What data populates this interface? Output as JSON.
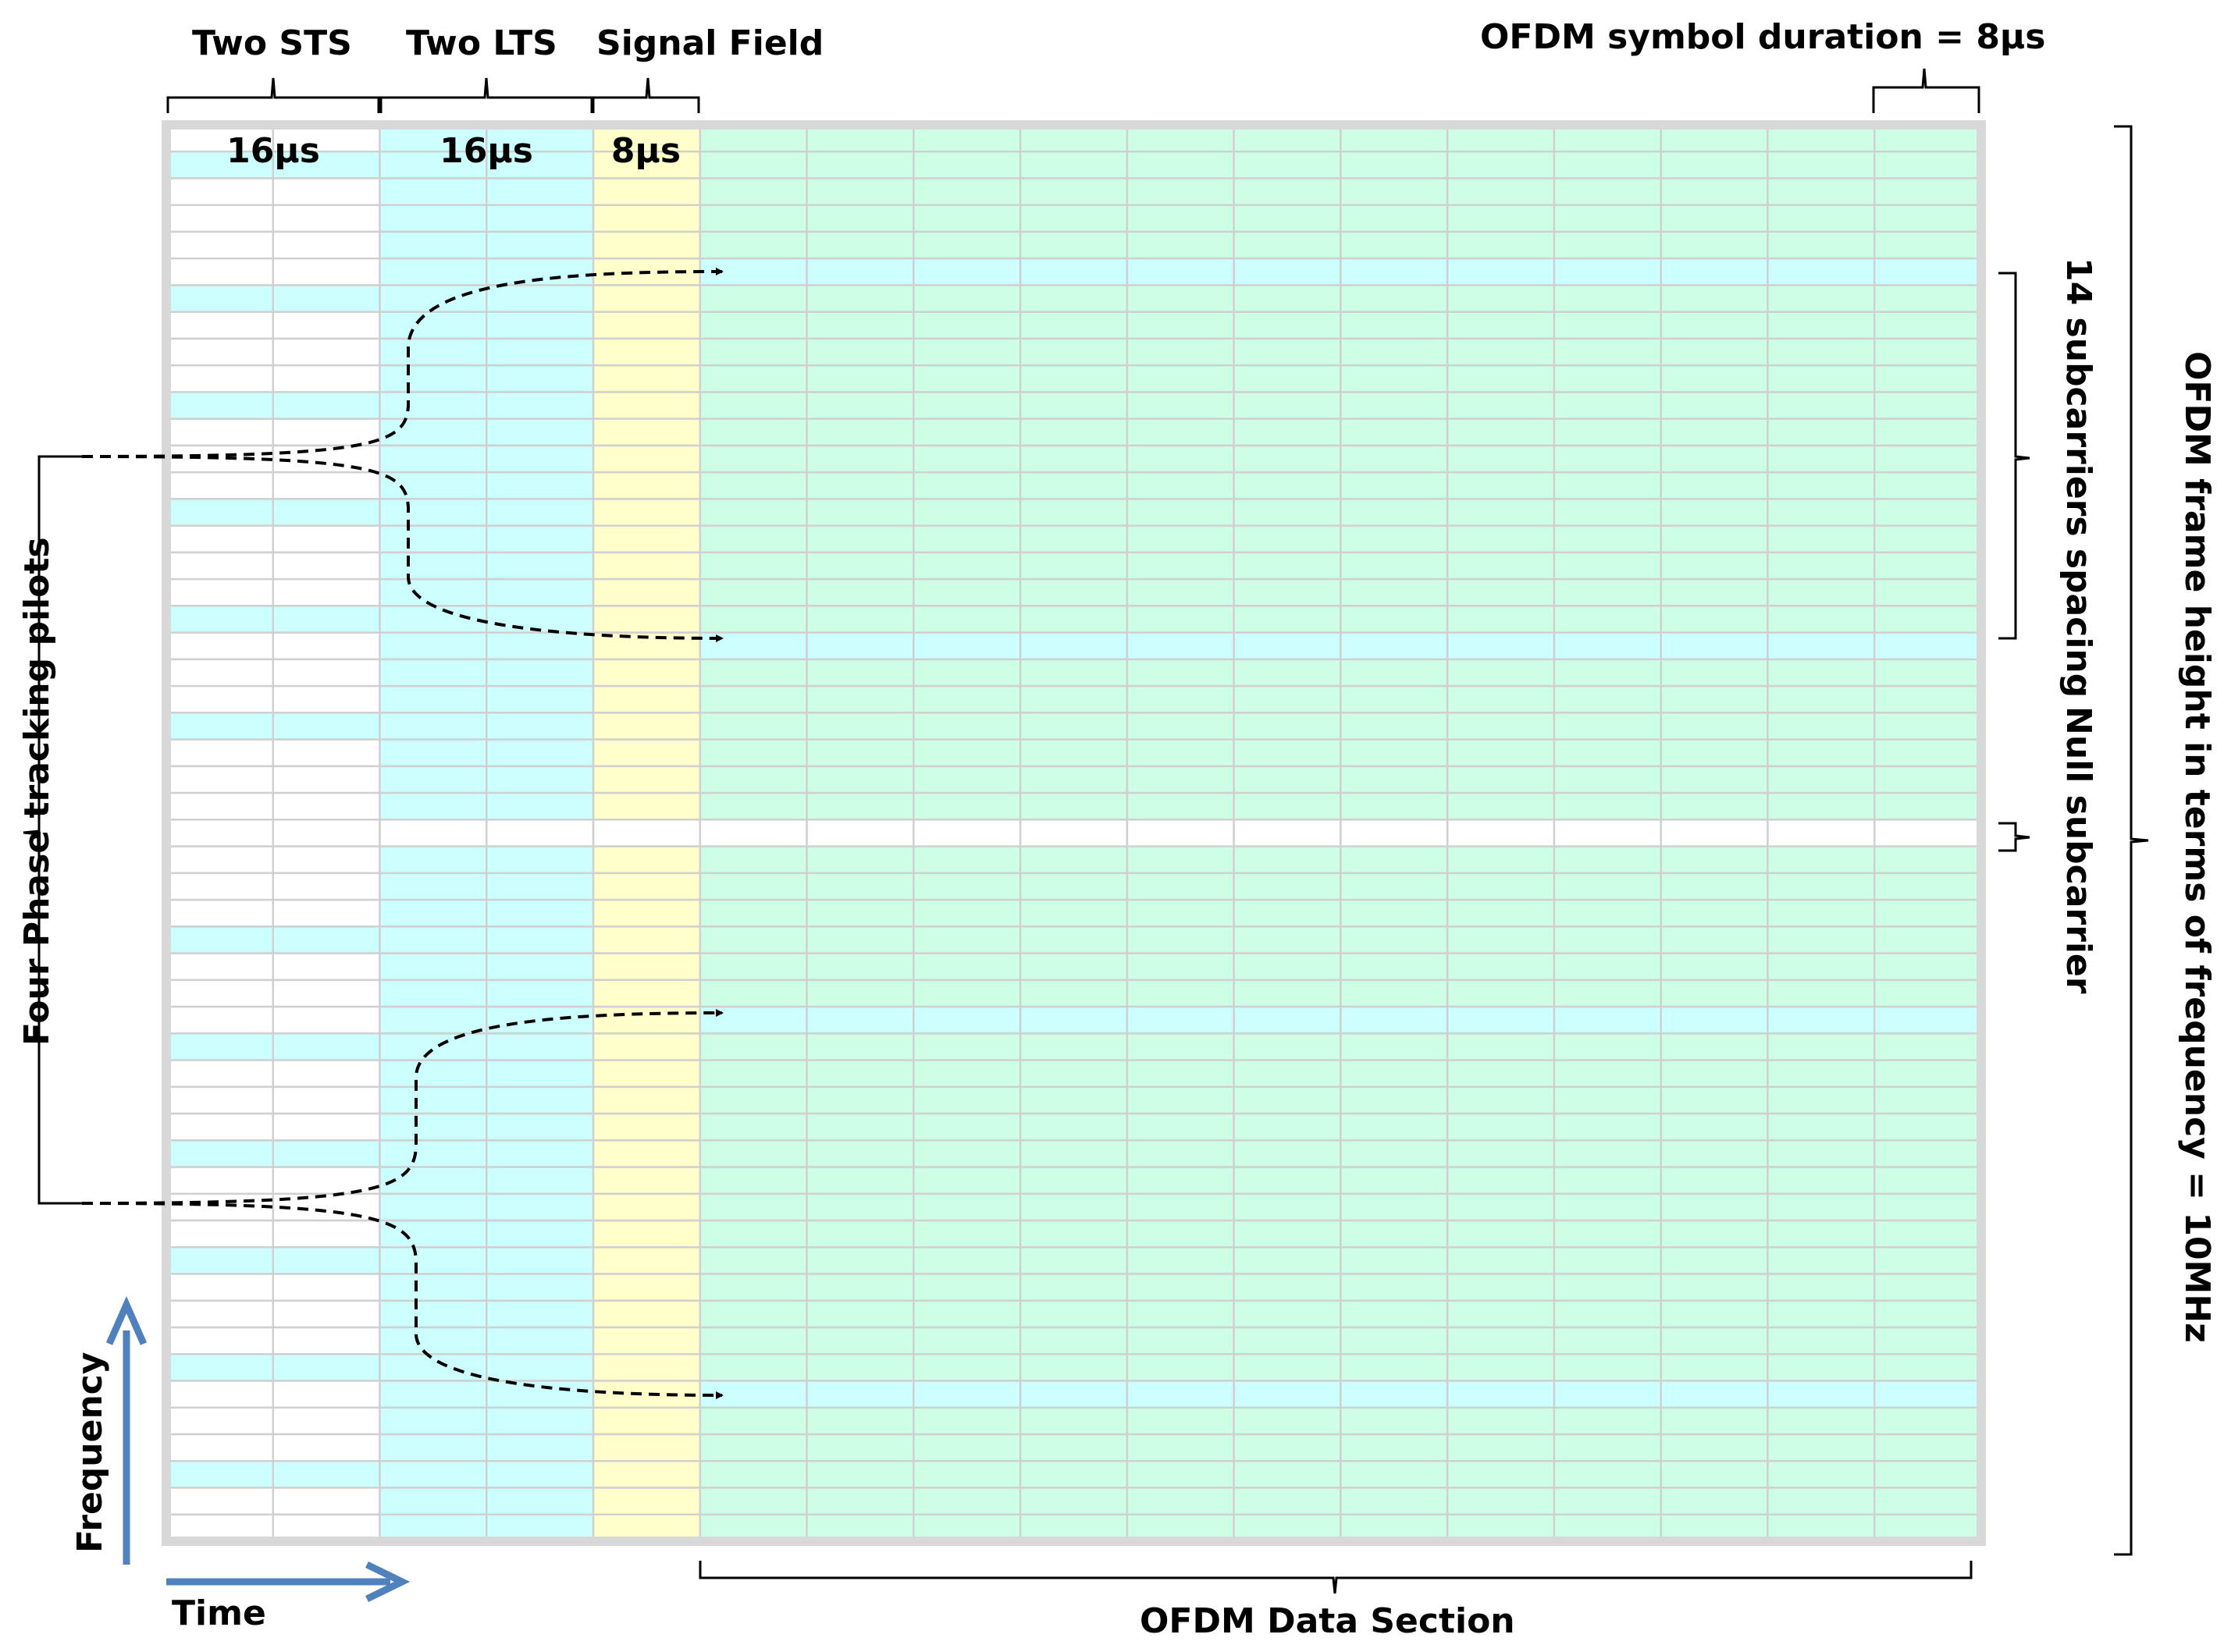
{
  "labels": {
    "two_sts": "Two STS",
    "two_lts": "Two LTS",
    "signal_field": "Signal Field",
    "symbol_duration": "OFDM symbol duration = 8μs",
    "sts_duration": "16μs",
    "lts_duration": "16μs",
    "signal_duration": "8μs",
    "subcarrier_spacing": "14 subcarriers spacing",
    "null_subcarrier": "Null subcarrier",
    "frame_height": "OFDM frame height in terms of frequency  = 10MHz",
    "phase_pilots": "Four Phase tracking pilots",
    "frequency_axis": "Frequency",
    "time_axis": "Time",
    "data_section": "OFDM Data Section"
  },
  "colors": {
    "sts_fill": "#ffffff",
    "sts_highlight": "#ccffff",
    "lts_fill": "#ccffff",
    "signal_fill": "#ffffcc",
    "data_fill": "#ccffe5",
    "pilot_row_fill": "#ccffff",
    "null_row_fill": "#ffffff",
    "grid_line": "#d0d0d0",
    "frame_border": "#d8d8d8",
    "axis_arrow": "#4f81bd"
  },
  "grid": {
    "columns": 17,
    "rows": 53,
    "sts_columns": 2,
    "lts_columns": 2,
    "signal_columns": 1,
    "data_columns": 12,
    "null_row": 26,
    "pilot_rows": [
      5,
      19,
      33,
      47
    ],
    "sts_highlight_rows": [
      1,
      6,
      10,
      14,
      18,
      22,
      30,
      34,
      38,
      42,
      46,
      50
    ]
  }
}
